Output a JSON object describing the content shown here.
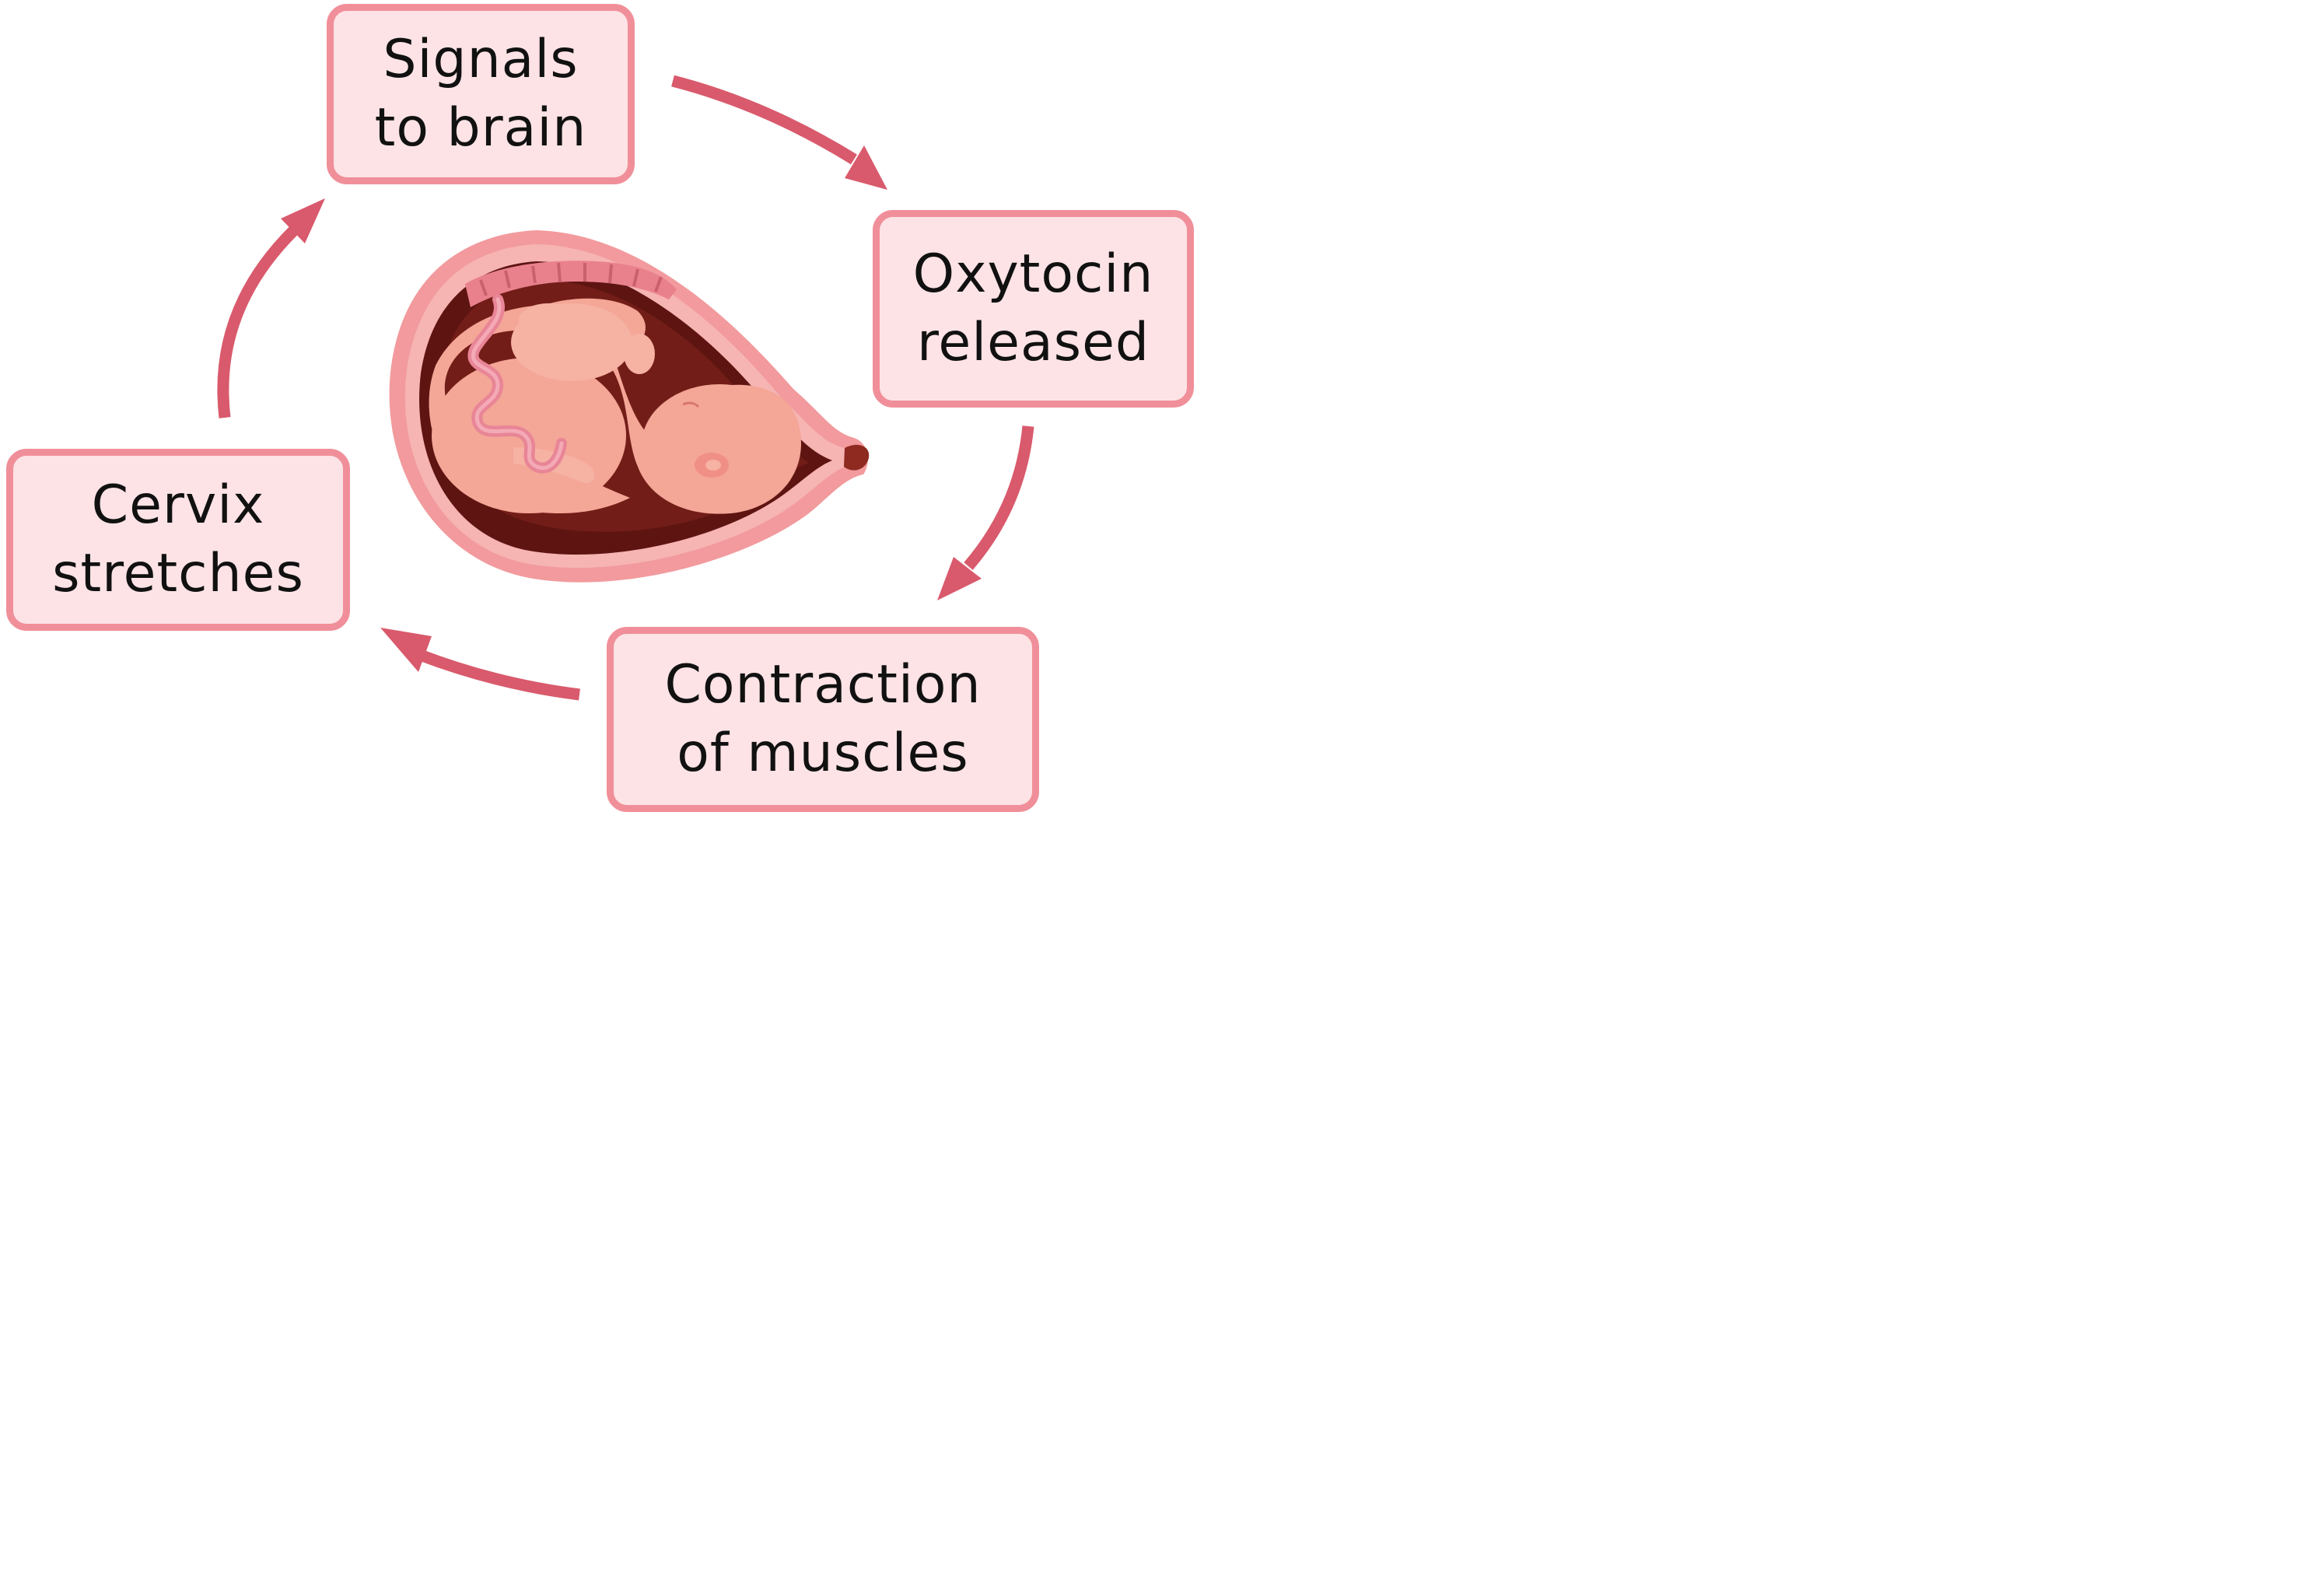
{
  "diagram": {
    "steps": [
      {
        "line1": "Signals",
        "line2": "to brain"
      },
      {
        "line1": "Oxytocin",
        "line2": "released"
      },
      {
        "line1": "Contraction",
        "line2": "of muscles"
      },
      {
        "line1": "Cervix",
        "line2": "stretches"
      }
    ],
    "colors": {
      "box_fill": "#fde3e5",
      "box_border": "#f08f99",
      "arrow": "#d95a6c",
      "uterus_wall": "#f29a9d",
      "uterus_dark": "#5e1512",
      "fetus_skin": "#f4a697",
      "umbilical_cord": "#e88596"
    },
    "illustration": "fetus-in-uterus",
    "arrows": [
      "arrow-up-right",
      "arrow-down-right",
      "arrow-down-left",
      "arrow-up-left"
    ]
  }
}
